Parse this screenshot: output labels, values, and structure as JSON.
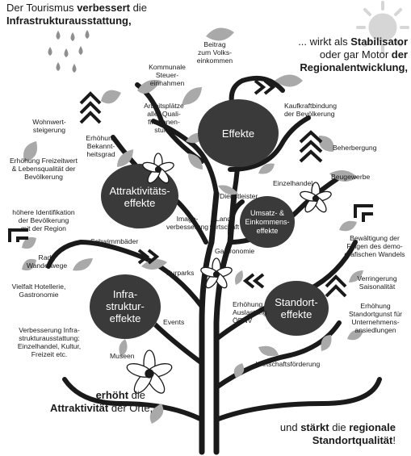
{
  "statements": {
    "top_left": {
      "pre": "Der Tourismus ",
      "bold": "verbessert",
      "post": " die",
      "line2": "Infrastrukturausstattung,"
    },
    "top_right": {
      "pre": "... wirkt als ",
      "bold1": "Stabilisator",
      "mid": "oder gar Motor ",
      "bold2": "der",
      "line3": "Regionalentwicklung,"
    },
    "bottom_left": {
      "pre": "... ",
      "bold1": "erhöht",
      "post": " die",
      "bold2": "Attraktivität",
      "post2": " der Orte,"
    },
    "bottom_right": {
      "pre": "und ",
      "bold1": "stärkt",
      "mid": " die ",
      "bold2": "regionale",
      "bold3": "Standortqualität",
      "post": "!"
    }
  },
  "hubs": {
    "effekte": "Effekte",
    "attraktivitaet": [
      "Attraktivitäts-",
      "effekte"
    ],
    "infrastruktur": [
      "Infra-",
      "struktur-",
      "effekte"
    ],
    "standort": [
      "Standort-",
      "effekte"
    ],
    "umsatz": [
      "Umsatz- &",
      "Einkommens-",
      "effekte"
    ]
  },
  "labels": {
    "kommunale": [
      "Kommunale",
      "Steuer-",
      "einnahmen"
    ],
    "beitrag": [
      "Beitrag",
      "zum Volks-",
      "einkommen"
    ],
    "arbeitsplaetze": [
      "Arbeitsplätze",
      "aller Quali-",
      "fikationen-",
      "stufen"
    ],
    "kaufkraft": [
      "Kaufkraftbindung",
      "der Bevölkerung"
    ],
    "wohnwert": [
      "Wohnwert-",
      "steigerung"
    ],
    "bekanntheit": [
      "Erhöhung",
      "Bekannt-",
      "heitsgrad"
    ],
    "freizeitwert": [
      "Erhöhung Freizeitwert",
      "& Lebensqualität der",
      "Bevölkerung"
    ],
    "identifikation": [
      "höhere Identifikation",
      "der Bevölkerung",
      "mit der Region"
    ],
    "schwimmbaeder": "Schwimmbäder",
    "radwanderwege": [
      "Rad-,",
      "Wanderwege"
    ],
    "hotellerie": [
      "Vielfalt Hotellerie,",
      "Gastronomie"
    ],
    "verbesserung": [
      "Verbesserung Infra-",
      "strukturausstattung:",
      "Einzelhandel, Kultur,",
      "Freizeit etc."
    ],
    "museen": "Museen",
    "events": "Events",
    "kurparks": "Kurparks",
    "imageverbesserung": [
      "Image-",
      "verbesserung"
    ],
    "dienstleister": "Dienstleister",
    "einzelhandel": "Einzelhandel",
    "landwirtschaft": [
      "Land-",
      "wirtschaft"
    ],
    "gastronomie": "Gastronomie",
    "beherbergung": "Beherbergung",
    "beugewerbe": "Beugewerbe",
    "demografie": [
      "Bewältigung der",
      "Folgen des demo-",
      "grafischen Wandels"
    ],
    "saisonalitaet": [
      "Verringerung",
      "Saisonalität"
    ],
    "standortgunst": [
      "Erhöhung",
      "Standortgunst für",
      "Unternehmens-",
      "ansiedlungen"
    ],
    "opnv": [
      "Erhöhung",
      "Auslastung",
      "ÖPNV"
    ],
    "wirtschaftsfoerderung": "Wirtschaftsförderung"
  },
  "icons": [
    "sun-icon",
    "rain-drops-icon",
    "flower-icon",
    "double-chevron-icon",
    "corner-arrow-icon"
  ]
}
